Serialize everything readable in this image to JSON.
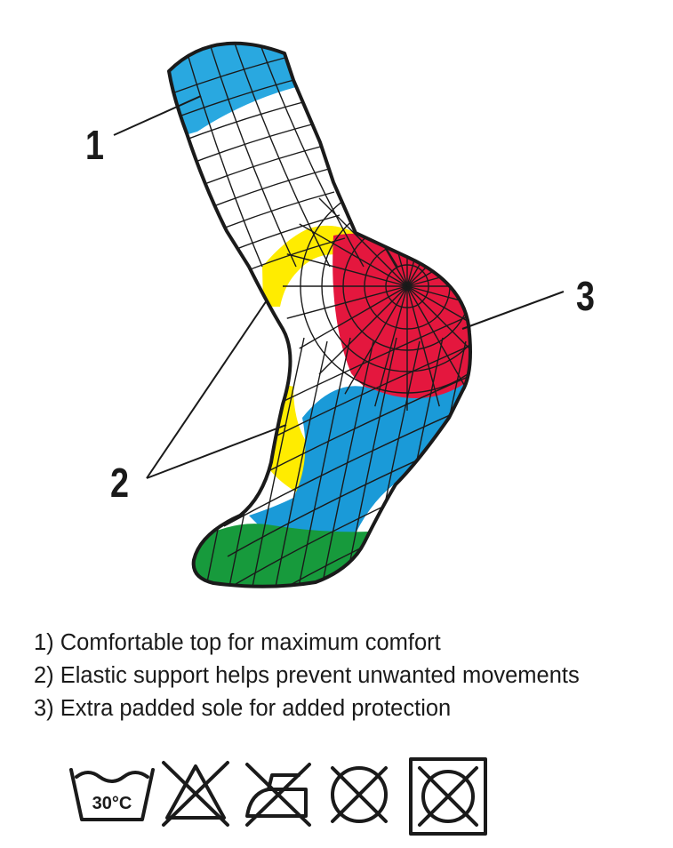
{
  "colors": {
    "top_band": "#29a8e0",
    "support_band": "#ffec00",
    "heel": "#e4173e",
    "sole": "#1a9ad8",
    "toe": "#179a3c",
    "outline": "#1a1a1a"
  },
  "callouts": [
    "1",
    "2",
    "3"
  ],
  "features": [
    "1) Comfortable top for maximum comfort",
    "2) Elastic support helps prevent unwanted movements",
    "3) Extra padded sole for added protection"
  ],
  "care_symbols": [
    {
      "icon": "wash-30-icon",
      "label": "30°C"
    },
    {
      "icon": "no-bleach-icon"
    },
    {
      "icon": "no-iron-icon"
    },
    {
      "icon": "no-dry-clean-icon"
    },
    {
      "icon": "no-tumble-dry-icon"
    }
  ]
}
